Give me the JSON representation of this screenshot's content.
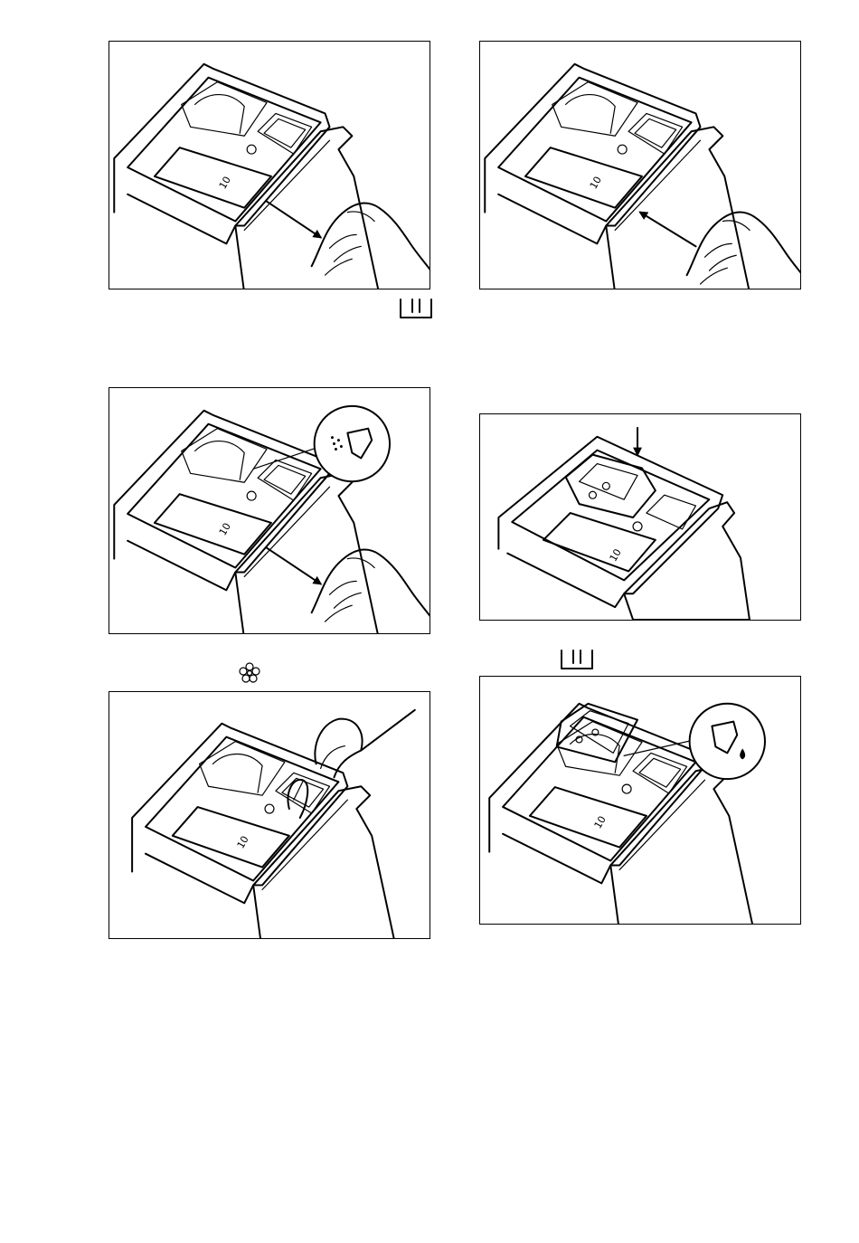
{
  "drawer_label": "10",
  "icons": {
    "main_wash": "main-wash-compartment-icon",
    "softener": "fabric-softener-flower-icon",
    "powder": "powder-detergent-icon",
    "liquid": "liquid-detergent-icon"
  },
  "arrows": [
    "pull-out-arrow",
    "push-in-arrow",
    "down-arrow"
  ]
}
